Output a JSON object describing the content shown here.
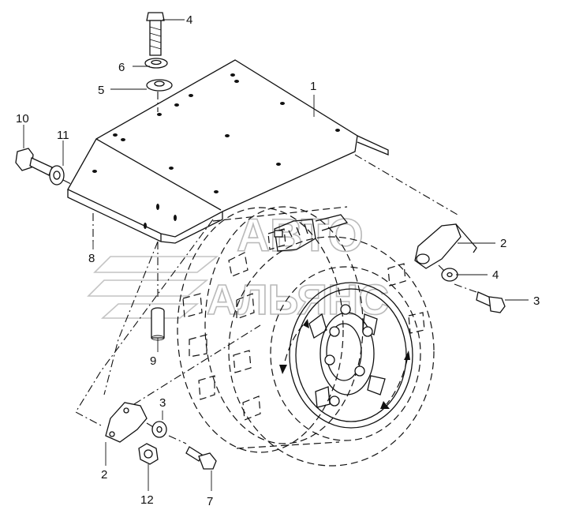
{
  "watermark": {
    "line1": "АВТО",
    "line2": "АЛЬЯНС"
  },
  "callouts": [
    {
      "id": "c1",
      "label": "1"
    },
    {
      "id": "c2a",
      "label": "2"
    },
    {
      "id": "c2b",
      "label": "2"
    },
    {
      "id": "c3a",
      "label": "3"
    },
    {
      "id": "c3b",
      "label": "3"
    },
    {
      "id": "c4a",
      "label": "4"
    },
    {
      "id": "c4b",
      "label": "4"
    },
    {
      "id": "c5",
      "label": "5"
    },
    {
      "id": "c6",
      "label": "6"
    },
    {
      "id": "c7",
      "label": "7"
    },
    {
      "id": "c8",
      "label": "8"
    },
    {
      "id": "c9",
      "label": "9"
    },
    {
      "id": "c10",
      "label": "10"
    },
    {
      "id": "c11",
      "label": "11"
    },
    {
      "id": "c12",
      "label": "12"
    }
  ]
}
